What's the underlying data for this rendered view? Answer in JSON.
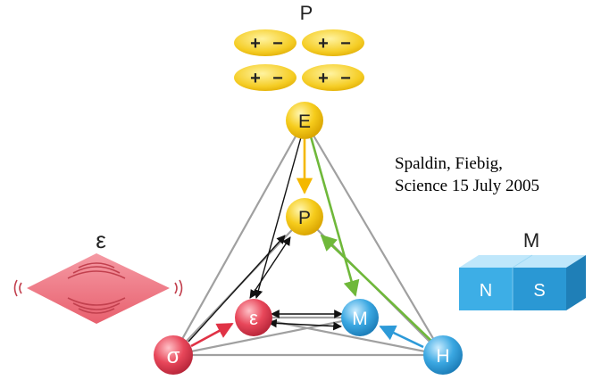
{
  "polarization": {
    "title": "P",
    "charge_pairs": [
      {
        "plus": "+",
        "minus": "−"
      },
      {
        "plus": "+",
        "minus": "−"
      },
      {
        "plus": "+",
        "minus": "−"
      },
      {
        "plus": "+",
        "minus": "−"
      }
    ]
  },
  "strain": {
    "title": "ε"
  },
  "magnet": {
    "title": "M",
    "north": "N",
    "south": "S"
  },
  "nodes": {
    "E": "E",
    "P": "P",
    "epsilon": "ε",
    "M": "M",
    "sigma": "σ",
    "H": "H"
  },
  "citation": {
    "line1": "Spaldin, Fiebig,",
    "line2": "Science 15 July 2005"
  },
  "colors": {
    "yellow": "#f4c20d",
    "red": "#e8475a",
    "blue": "#39a6e0",
    "green": "#6fb83a",
    "gray": "#9a9a9a",
    "black": "#111111"
  }
}
